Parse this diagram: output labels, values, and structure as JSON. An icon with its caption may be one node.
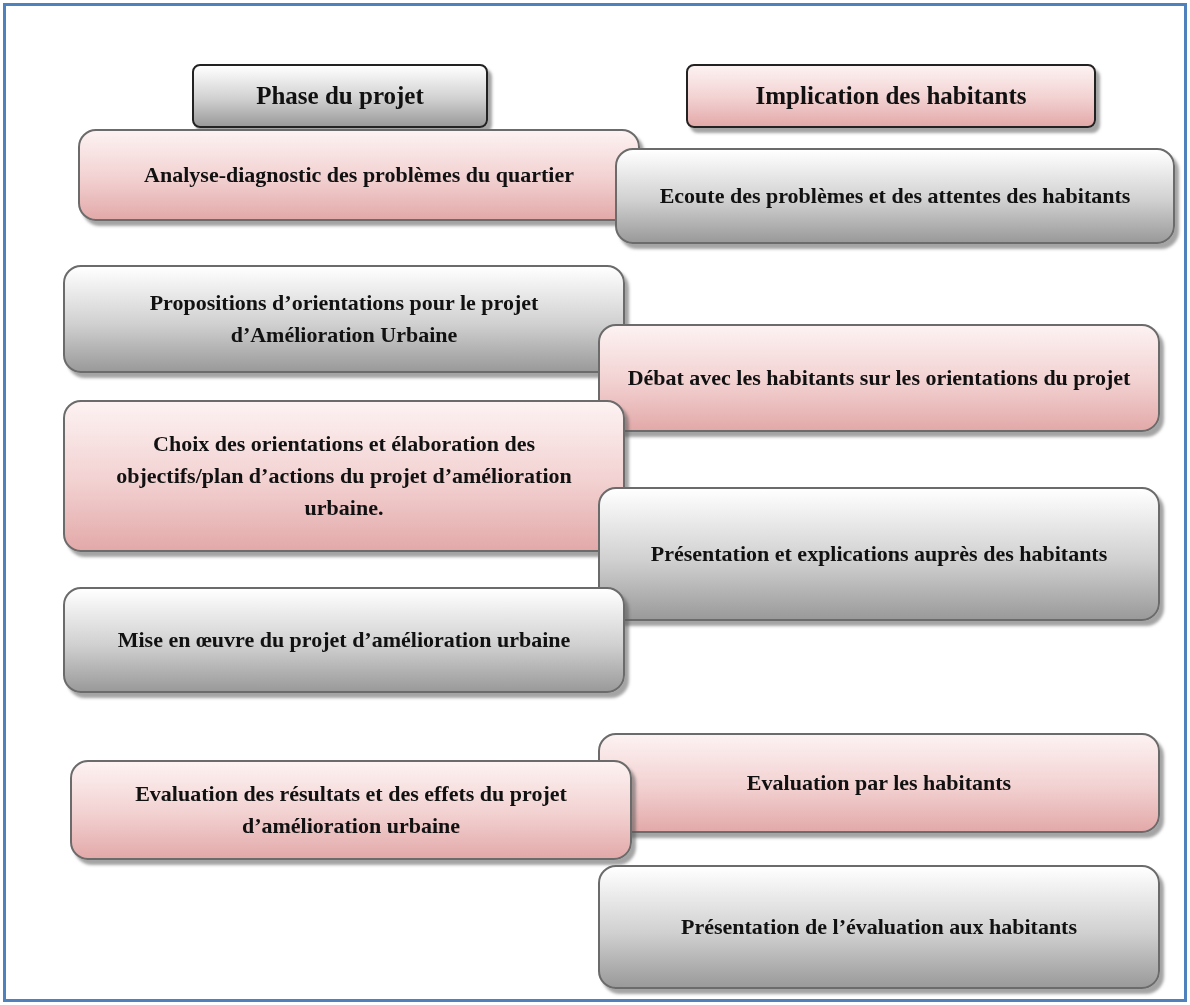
{
  "diagram": {
    "nodes": [
      {
        "text": [
          "Phase du projet"
        ]
      },
      {
        "text": [
          "Implication des habitants"
        ]
      },
      {
        "text": [
          "Analyse-diagnostic des problèmes du quartier"
        ]
      },
      {
        "text": [
          "Ecoute des problèmes et des attentes des habitants"
        ]
      },
      {
        "text": [
          "Propositions d’orientations pour le projet d’Amélioration Urbaine"
        ]
      },
      {
        "text": [
          "Débat avec les habitants sur les orientations du projet"
        ]
      },
      {
        "text": [
          "Choix des orientations et élaboration des objectifs/plan d’actions du projet d’amélioration urbaine."
        ]
      },
      {
        "text": [
          "Présentation et explications auprès des habitants"
        ]
      },
      {
        "text": [
          "Mise en œuvre du projet d’amélioration urbaine"
        ]
      },
      {
        "text": [
          "Evaluation par les habitants"
        ]
      },
      {
        "text": [
          "Evaluation des résultats et des effets du projet d’amélioration urbaine"
        ]
      },
      {
        "text": [
          "Présentation de l’évaluation aux habitants"
        ]
      }
    ]
  }
}
